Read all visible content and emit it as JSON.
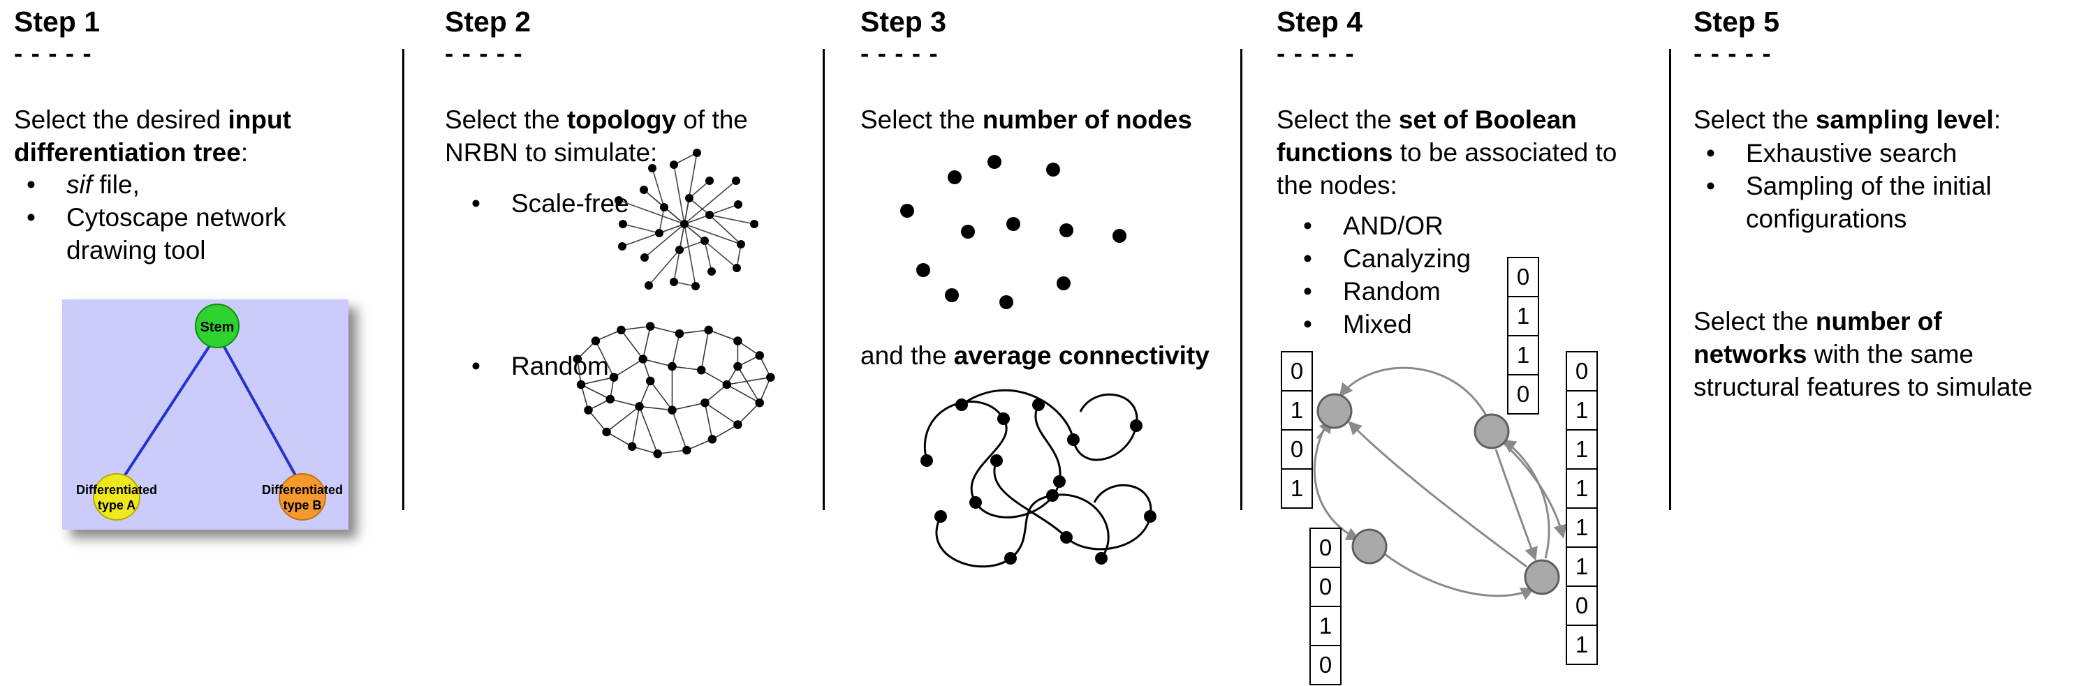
{
  "bullet_char": "•",
  "colors": {
    "tree_bg": "#cbcbfc",
    "tree_edge": "#2233cc",
    "stem_fill": "#2ed32e",
    "type_a_fill": "#f0e81f",
    "type_b_fill": "#f5992e",
    "gray_node_fill": "#a9a9a9",
    "gray_node_stroke": "#5f5f5f",
    "arrow_color": "#8a8a8a"
  },
  "steps": [
    {
      "title": "Step 1",
      "dashes": "- - - - -",
      "p1": [
        {
          "pre": "Select the desired ",
          "bold": "input"
        },
        {
          "bold": "differentiation tree",
          "post": ":"
        }
      ],
      "bullets": [
        {
          "lines": [
            {
              "italic": "sif",
              "post": " file,"
            }
          ]
        },
        {
          "lines": [
            {
              "pre": "Cytoscape network"
            },
            {
              "pre": "drawing tool"
            }
          ]
        }
      ],
      "tree": {
        "stem": "Stem",
        "type_a_line1": "Differentiated",
        "type_a_line2": "type A",
        "type_b_line1": "Differentiated",
        "type_b_line2": "type B"
      }
    },
    {
      "title": "Step 2",
      "dashes": "- - - - -",
      "p1": [
        {
          "pre": "Select the ",
          "bold": "topology",
          "post": " of the"
        },
        {
          "pre": "NRBN to simulate:"
        }
      ],
      "bullets": [
        {
          "lines": [
            {
              "pre": "Scale-free"
            }
          ]
        },
        {
          "lines": [
            {
              "pre": "Random"
            }
          ]
        }
      ]
    },
    {
      "title": "Step 3",
      "dashes": "- - - - -",
      "p1": [
        {
          "pre": "Select the ",
          "bold": "number of nodes"
        }
      ],
      "p2": [
        {
          "pre": "and the ",
          "bold": "average connectivity"
        }
      ]
    },
    {
      "title": "Step 4",
      "dashes": "- - - - -",
      "p1": [
        {
          "pre": "Select the ",
          "bold": "set of Boolean"
        },
        {
          "bold": "functions",
          "post": " to be associated to"
        },
        {
          "pre": "the nodes:"
        }
      ],
      "bullets": [
        {
          "lines": [
            {
              "pre": "AND/OR"
            }
          ]
        },
        {
          "lines": [
            {
              "pre": "Canalyzing"
            }
          ]
        },
        {
          "lines": [
            {
              "pre": "Random"
            }
          ]
        },
        {
          "lines": [
            {
              "pre": "Mixed"
            }
          ]
        }
      ],
      "tables": {
        "left": [
          "0",
          "1",
          "0",
          "1"
        ],
        "top": [
          "0",
          "1",
          "1",
          "0"
        ],
        "bottom": [
          "0",
          "0",
          "1",
          "0"
        ],
        "right": [
          "0",
          "1",
          "1",
          "1",
          "1",
          "1",
          "0",
          "1"
        ]
      }
    },
    {
      "title": "Step 5",
      "dashes": "- - - - -",
      "p1": [
        {
          "pre": "Select the ",
          "bold": "sampling level",
          "post": ":"
        }
      ],
      "bullets": [
        {
          "lines": [
            {
              "pre": "Exhaustive search"
            }
          ]
        },
        {
          "lines": [
            {
              "pre": "Sampling of the initial"
            },
            {
              "pre": "configurations"
            }
          ]
        }
      ],
      "p2": [
        {
          "pre": "Select the ",
          "bold": "number of"
        },
        {
          "bold": "networks",
          "post": " with the same"
        },
        {
          "pre": "structural features to simulate"
        }
      ]
    }
  ]
}
